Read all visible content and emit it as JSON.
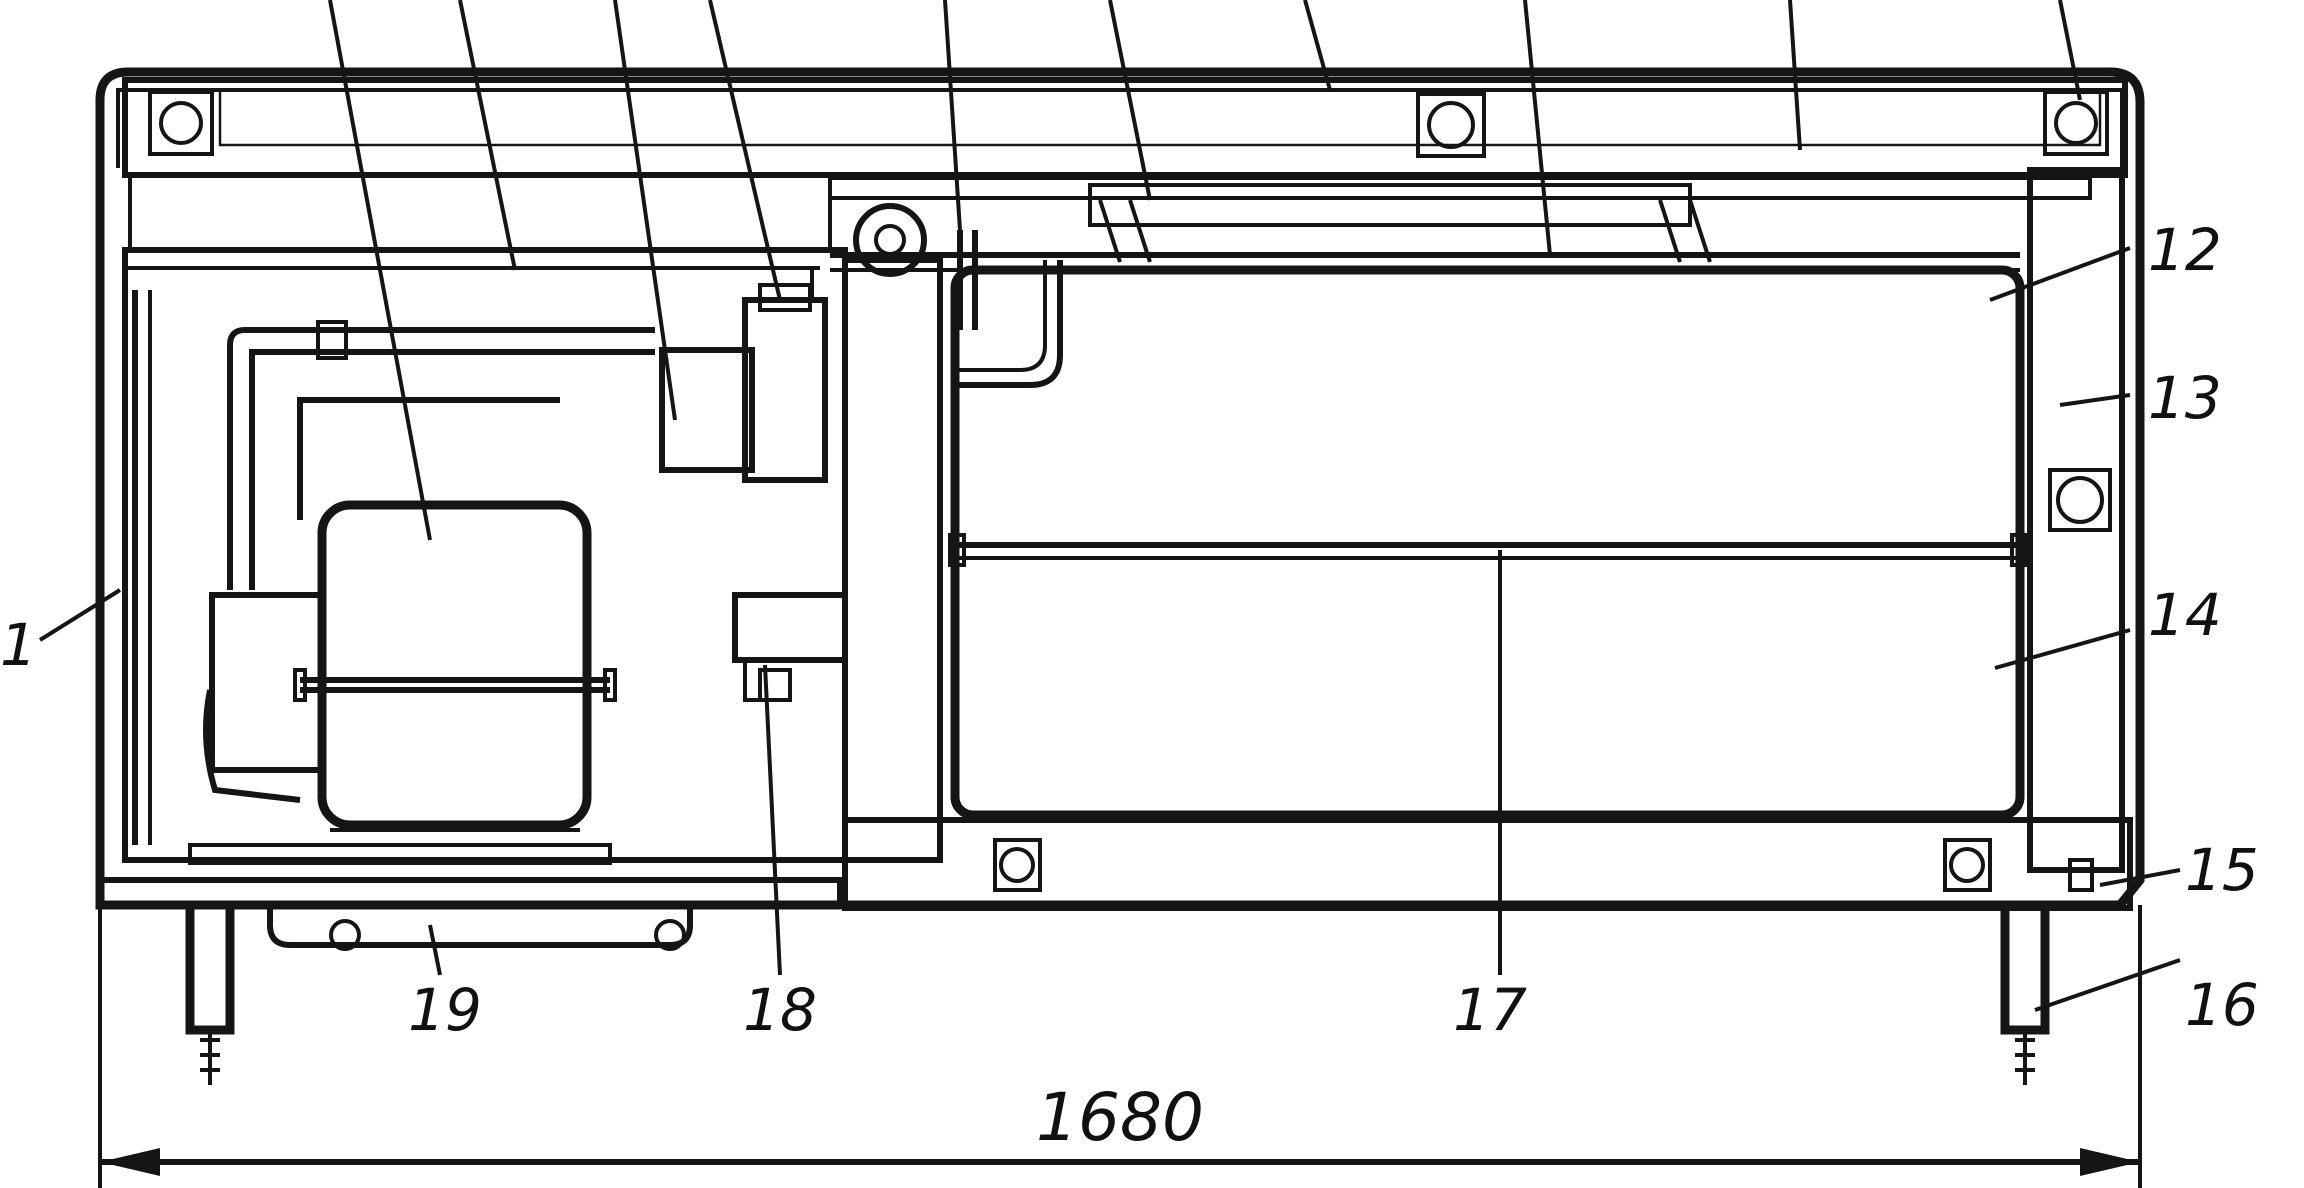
{
  "diagram": {
    "callouts": [
      {
        "id": "1",
        "text": "1"
      },
      {
        "id": "12",
        "text": "12"
      },
      {
        "id": "13",
        "text": "13"
      },
      {
        "id": "14",
        "text": "14"
      },
      {
        "id": "15",
        "text": "15"
      },
      {
        "id": "16",
        "text": "16"
      },
      {
        "id": "17",
        "text": "17"
      },
      {
        "id": "18",
        "text": "18"
      },
      {
        "id": "19",
        "text": "19"
      }
    ],
    "dimension": {
      "text": "1680"
    },
    "colors": {
      "ink": "#151515",
      "background": "#ffffff"
    }
  }
}
